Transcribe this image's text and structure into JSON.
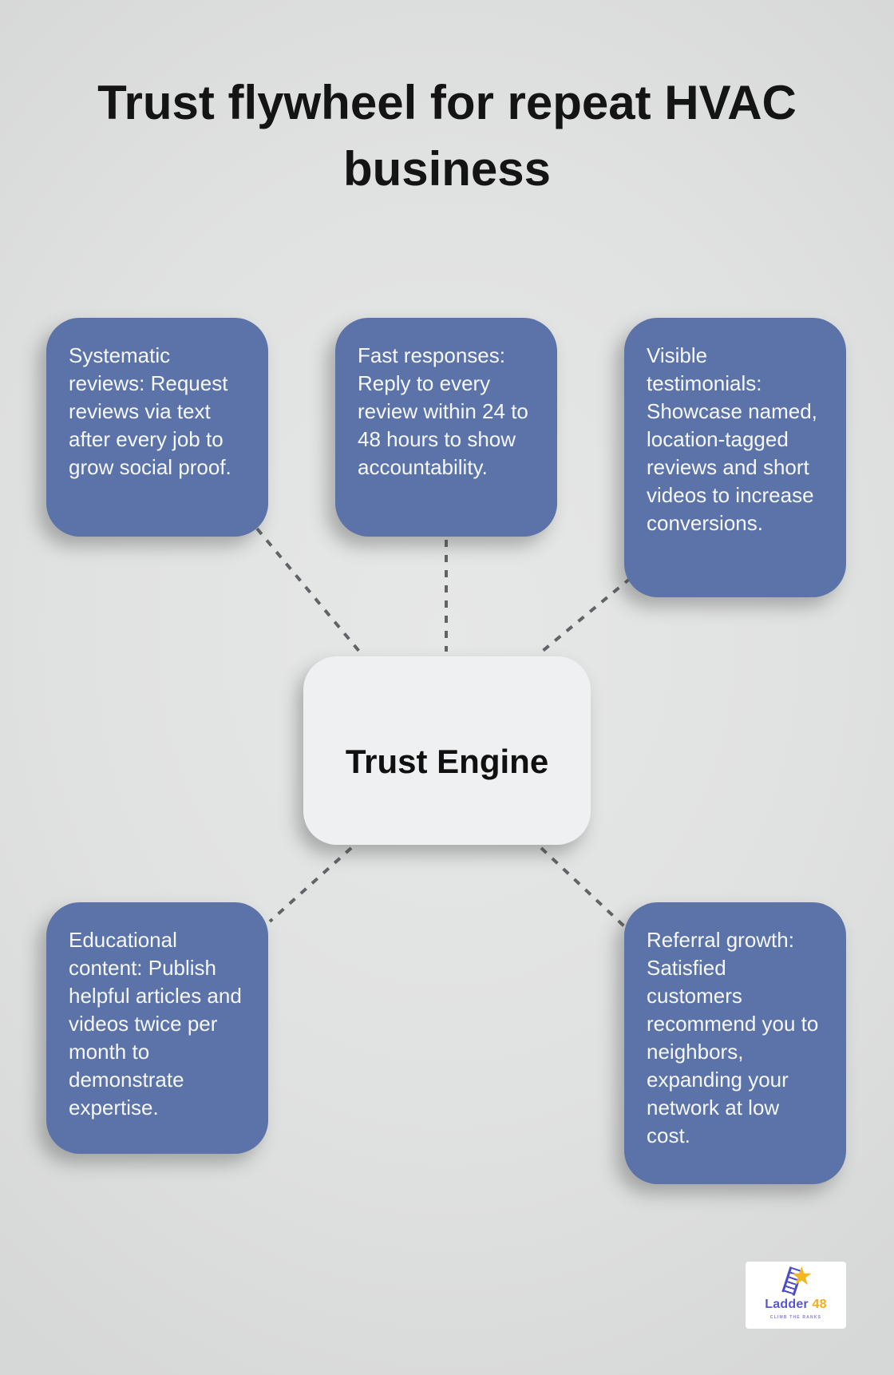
{
  "title": "Trust flywheel for repeat HVAC business",
  "diagram": {
    "center": {
      "label": "Trust Engine"
    },
    "nodes": [
      {
        "id": "systematic-reviews",
        "text": "Systematic reviews: Request reviews via text after every job to grow social proof."
      },
      {
        "id": "fast-responses",
        "text": "Fast responses: Reply to every review within 24 to 48 hours to show accountability."
      },
      {
        "id": "visible-testimonials",
        "text": "Visible testimonials: Showcase named, location-tagged reviews and short videos to increase conversions."
      },
      {
        "id": "educational-content",
        "text": "Educational content: Publish helpful articles and videos twice per month to demonstrate expertise."
      },
      {
        "id": "referral-growth",
        "text": "Referral growth: Satisfied customers recommend you to neighbors, expanding your network at low cost."
      }
    ]
  },
  "colors": {
    "node_fill": "#5b73a8",
    "node_text": "#f5f7f9",
    "center_fill": "#eff0f2",
    "background": "#dfe0e0",
    "connector": "#616467",
    "title_text": "#141414"
  },
  "logo": {
    "icon": "ladder-star-icon",
    "brand_first": "Ladder",
    "brand_second": "48",
    "tagline": "CLIMB THE RANKS",
    "star_glyph": "★",
    "brand_first_color": "#5757cf",
    "brand_second_color": "#f2ac1c"
  }
}
